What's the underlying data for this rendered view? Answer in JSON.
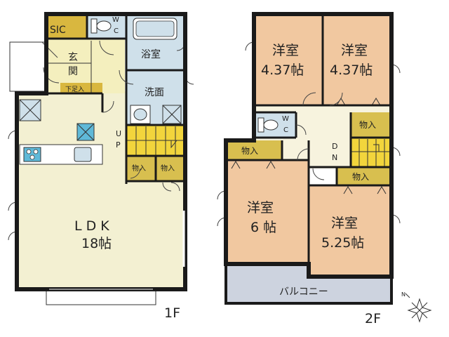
{
  "floor1": {
    "label": "1F",
    "rooms": {
      "sic": "SIC",
      "wc_top": "W",
      "wc_bottom": "C",
      "bath": "浴室",
      "entrance_top": "玄",
      "entrance_bottom": "関",
      "shoe_storage": "下足入",
      "washroom": "洗面",
      "stairs_up_top": "U",
      "stairs_up_bottom": "P",
      "storage_left": "物入",
      "storage_right": "物入",
      "ldk_name": "L D K",
      "ldk_size": "18帖"
    }
  },
  "floor2": {
    "label": "2F",
    "rooms": {
      "western_tl_name": "洋室",
      "western_tl_size": "4.37帖",
      "western_tr_name": "洋室",
      "western_tr_size": "4.37帖",
      "wc_top": "W",
      "wc_bottom": "C",
      "storage_hall": "物入",
      "storage_bl": "物入",
      "stairs_down_top": "D",
      "stairs_down_bottom": "N",
      "storage_stair": "物入",
      "western_bl_name": "洋室",
      "western_bl_size": "6 帖",
      "western_br_name": "洋室",
      "western_br_size": "5.25帖",
      "balcony": "バルコニー"
    }
  },
  "colors": {
    "wall": "#1a1a1a",
    "ldk": "#f3f0d2",
    "entrance": "#f4efbe",
    "sic": "#d9b73f",
    "storage": "#d8bf4f",
    "wet": "#cfe0ea",
    "western": "#f1c8a0",
    "hall": "#f7f3de",
    "stairs": "#f2d53c",
    "balcony": "#cdd3df"
  },
  "compass_icon": "north-compass-icon"
}
